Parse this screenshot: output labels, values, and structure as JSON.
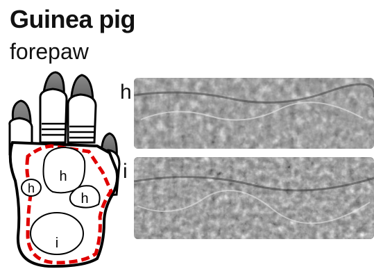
{
  "figure": {
    "title": "Guinea pig",
    "subtitle": "forepaw"
  },
  "diagram": {
    "regions": [
      {
        "id": "h-main",
        "label": "h"
      },
      {
        "id": "h-left",
        "label": "h"
      },
      {
        "id": "h-right",
        "label": "h"
      },
      {
        "id": "i-palm",
        "label": "i"
      }
    ],
    "outline_color": "#e00000",
    "outline_style": "dashed"
  },
  "panels": [
    {
      "id": "h",
      "label": "h"
    },
    {
      "id": "i",
      "label": "i"
    }
  ]
}
